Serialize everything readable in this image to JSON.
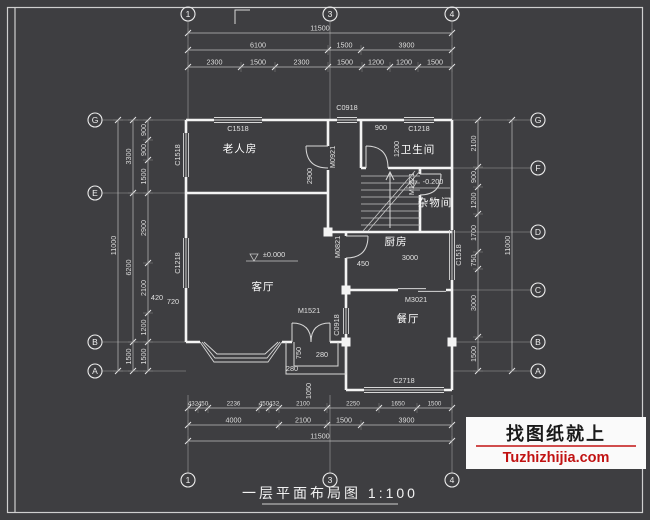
{
  "sheet": {
    "caption": "一层平面布局图 1:100"
  },
  "watermark": {
    "slogan": "找图纸就上",
    "site": "Tuzhizhijia.com",
    "red": "#c11212",
    "panel_bg": "#fafafa"
  },
  "colors": {
    "background": "#3e3e41",
    "line": "#f3f3f3",
    "dim_text": "#dcdcdc"
  },
  "axes": {
    "top": [
      "1",
      "3",
      "4"
    ],
    "bottom": [
      "1",
      "3",
      "4"
    ],
    "left": [
      "G",
      "E",
      "B",
      "A"
    ],
    "right": [
      "G",
      "F",
      "D",
      "C",
      "B",
      "A"
    ]
  },
  "dims": {
    "top_total": [
      "11500"
    ],
    "top_mid": [
      "6100",
      "1500",
      "3900"
    ],
    "top_inner": [
      "2300",
      "1500",
      "2300",
      "1500",
      "1200",
      "1200",
      "1500"
    ],
    "bottom_inner": [
      "432",
      "450",
      "2236",
      "450",
      "432",
      "2100",
      "2250",
      "1650",
      "1500"
    ],
    "bottom_mid": [
      "4000",
      "2100",
      "1500",
      "3900"
    ],
    "bottom_total": [
      "11500"
    ],
    "left_outer": [
      "11000"
    ],
    "left_mid": [
      "3300",
      "6200",
      "1500"
    ],
    "left_inner": [
      "900",
      "900",
      "1500",
      "2900",
      "2100",
      "1200",
      "1500"
    ],
    "right_inner": [
      "2100",
      "900",
      "1200",
      "1700",
      "750",
      "3000",
      "1500"
    ],
    "right_outer": [
      "11000"
    ]
  },
  "rooms": {
    "bedroom": "老人房",
    "bathroom": "卫生间",
    "storage": "杂物间",
    "kitchen": "厨房",
    "living": "客厅",
    "dining": "餐厅"
  },
  "openings": {
    "c1518_top": "C1518",
    "c0918_top": "C0918",
    "c1218_top": "C1218",
    "c1518_left": "C1518",
    "c1218_left": "C1218",
    "c1518_right": "C1518",
    "c2718_bottom": "C2718",
    "c0918_mid": "C0918",
    "m0921": "M0921",
    "m1221": "M1221",
    "m0821": "M0821",
    "m1521": "M1521",
    "m3021": "M3021"
  },
  "annotations": {
    "level_main": "±0.000",
    "level_storage": "-0.200",
    "bedroom_depth": "2900",
    "bath_width": "900",
    "bath_depth": "1200",
    "kitchen_width": "3000",
    "kitchen_door_offset": "450",
    "porch_width": "750",
    "step_a": "280",
    "step_b": "280",
    "porch_depth": "1050",
    "sill_a": "420",
    "sill_b": "720"
  }
}
